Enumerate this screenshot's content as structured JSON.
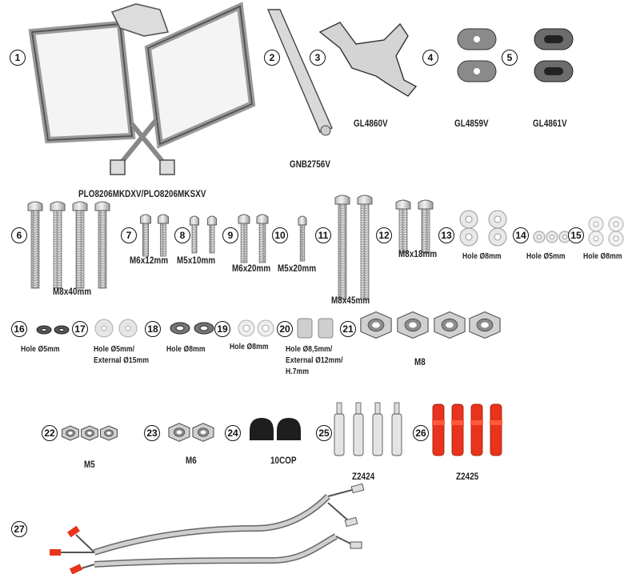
{
  "parts": [
    {
      "number": "1",
      "label": "PLO8206MKDXV/PLO8206MKSXV"
    },
    {
      "number": "2",
      "label": "GNB2756V"
    },
    {
      "number": "3",
      "label": "GL4860V"
    },
    {
      "number": "4",
      "label": "GL4859V"
    },
    {
      "number": "5",
      "label": "GL4861V"
    },
    {
      "number": "6",
      "label": "M8x40mm"
    },
    {
      "number": "7",
      "label": "M6x12mm"
    },
    {
      "number": "8",
      "label": "M5x10mm"
    },
    {
      "number": "9",
      "label": "M6x20mm"
    },
    {
      "number": "10",
      "label": "M5x20mm"
    },
    {
      "number": "11",
      "label": "M8x45mm"
    },
    {
      "number": "12",
      "label": "M8x18mm"
    },
    {
      "number": "13",
      "label": "Hole Ø8mm"
    },
    {
      "number": "14",
      "label": "Hole Ø5mm"
    },
    {
      "number": "15",
      "label": "Hole Ø8mm"
    },
    {
      "number": "16",
      "label": "Hole Ø5mm"
    },
    {
      "number": "17",
      "label_line1": "Hole Ø5mm/",
      "label_line2": "External Ø15mm"
    },
    {
      "number": "18",
      "label": "Hole Ø8mm"
    },
    {
      "number": "19",
      "label": "Hole Ø8mm"
    },
    {
      "number": "20",
      "label_line1": "Hole Ø8,5mm/",
      "label_line2": "External Ø12mm/",
      "label_line3": "H.7mm"
    },
    {
      "number": "21",
      "label": "M8"
    },
    {
      "number": "22",
      "label": "M5"
    },
    {
      "number": "23",
      "label": "M6"
    },
    {
      "number": "24",
      "label": "10COP"
    },
    {
      "number": "25",
      "label": "Z2424"
    },
    {
      "number": "26",
      "label": "Z2425"
    },
    {
      "number": "27"
    }
  ],
  "colors": {
    "ink": "#222222",
    "metal": "#d6d6d6",
    "metal_dark": "#8a8a8a",
    "rubber": "#3a3a3a",
    "red_connector": "#e8341c",
    "washer": "#e6e6e6"
  }
}
